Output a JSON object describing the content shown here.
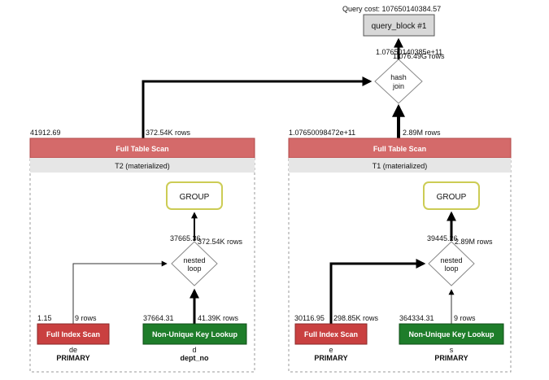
{
  "header": {
    "query_cost": "Query cost: 107650140384.57",
    "query_block": "query_block #1"
  },
  "hash_join": {
    "label_line1": "hash",
    "label_line2": "join",
    "overlap_text_a": "1.07650140385e+11",
    "overlap_text_b": "1.076.49G rows"
  },
  "left": {
    "cost": "41912.69",
    "rows": "372.54K rows",
    "scan_title": "Full Table Scan",
    "subtitle": "T2 (materialized)",
    "group_label": "GROUP",
    "nested_cost": "37665.36",
    "nested_rows": "372.54K rows",
    "nested_line1": "nested",
    "nested_line2": "loop",
    "index_scan": {
      "cost": "1.15",
      "rows": "9 rows",
      "title": "Full Index Scan",
      "table": "de",
      "key": "PRIMARY"
    },
    "key_lookup": {
      "cost": "37664.31",
      "rows": "41.39K rows",
      "title": "Non-Unique Key Lookup",
      "table": "d",
      "key": "dept_no"
    }
  },
  "right": {
    "cost": "1.07650098472e+11",
    "rows": "2.89M rows",
    "scan_title": "Full Table Scan",
    "subtitle": "T1 (materialized)",
    "group_label": "GROUP",
    "nested_cost": "39445.26",
    "nested_rows": "2.89M rows",
    "nested_line1": "nested",
    "nested_line2": "loop",
    "index_scan": {
      "cost": "30116.95",
      "rows": "298.85K rows",
      "title": "Full Index Scan",
      "table": "e",
      "key": "PRIMARY"
    },
    "key_lookup": {
      "cost": "364334.31",
      "rows": "9 rows",
      "title": "Non-Unique Key Lookup",
      "table": "s",
      "key": "PRIMARY"
    }
  },
  "colors": {
    "scan_red": "#d46a6a",
    "scan_red_border": "#b04848",
    "index_red": "#c94040",
    "lookup_green": "#1e7d2a",
    "group_border": "#cccc55",
    "subtitle_bg": "#e6e6e6",
    "query_block_bg": "#d8d8d8"
  }
}
